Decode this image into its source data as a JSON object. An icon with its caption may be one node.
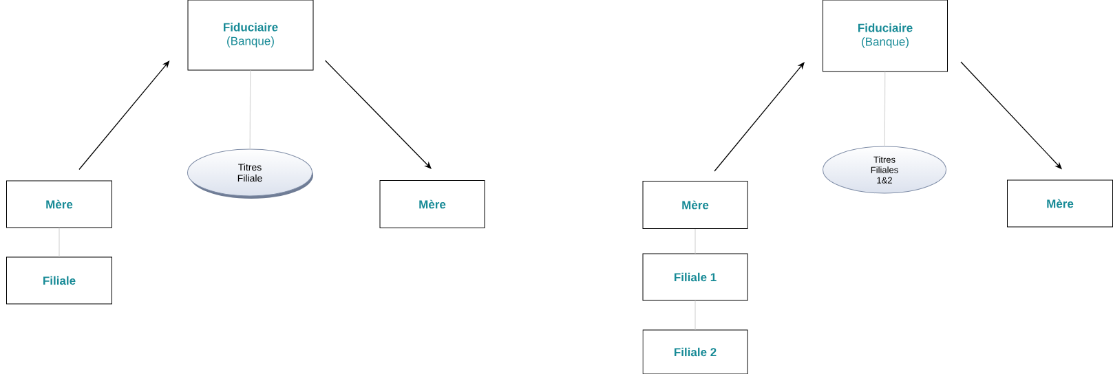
{
  "diagram": {
    "nodes": [
      {
        "text": [
          "Fiduciaire",
          "(Banque)"
        ]
      },
      {
        "text": [
          "Titres Filiale"
        ]
      },
      {
        "text": [
          "Mère"
        ]
      },
      {
        "text": [
          "Filiale"
        ]
      },
      {
        "text": [
          "Mère"
        ]
      },
      {
        "text": [
          "Fiduciaire",
          "(Banque)"
        ]
      },
      {
        "text": [
          "Titres Filiales 1&2"
        ]
      },
      {
        "text": [
          "Mère"
        ]
      },
      {
        "text": [
          "Filiale 1"
        ]
      },
      {
        "text": [
          "Filiale 2"
        ]
      },
      {
        "text": [
          "Mère"
        ]
      }
    ],
    "edges": [
      {
        "from": 2,
        "to": 0,
        "arrow": "to",
        "color": "#000000"
      },
      {
        "from": 0,
        "to": 4,
        "arrow": "to",
        "color": "#000000"
      },
      {
        "from": 0,
        "to": 1,
        "arrow": "none"
      },
      {
        "from": 2,
        "to": 3,
        "arrow": "none"
      },
      {
        "from": 7,
        "to": 5,
        "arrow": "to",
        "color": "#000000"
      },
      {
        "from": 5,
        "to": 10,
        "arrow": "to",
        "color": "#000000"
      },
      {
        "from": 5,
        "to": 6,
        "arrow": "none"
      },
      {
        "from": 7,
        "to": 8,
        "arrow": "none"
      },
      {
        "from": 8,
        "to": 9,
        "arrow": "none"
      }
    ]
  }
}
